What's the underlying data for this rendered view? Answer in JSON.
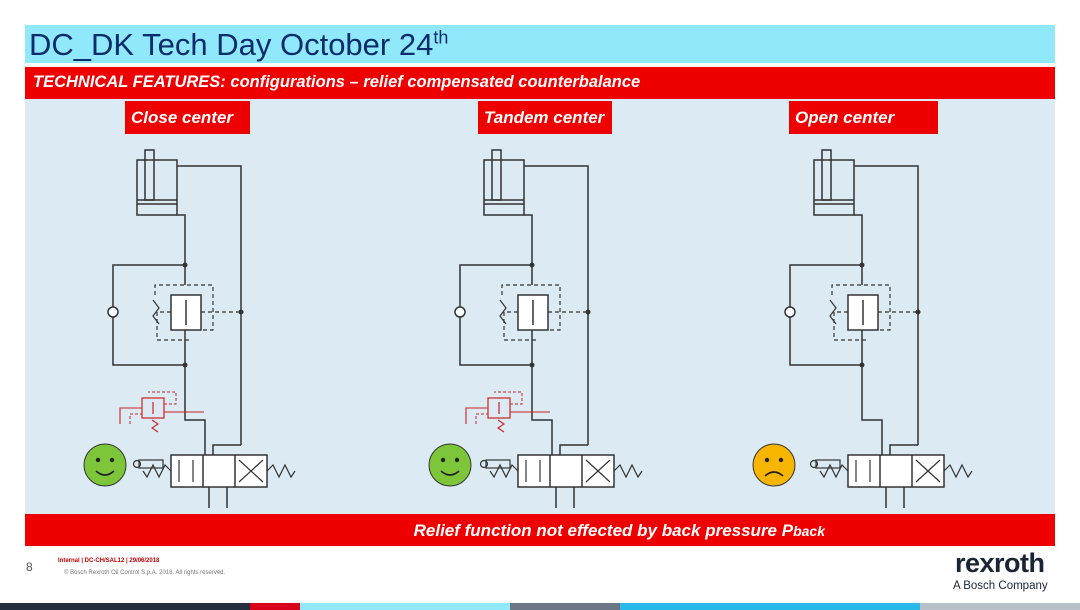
{
  "slide": {
    "title": "DC_DK Tech Day October 24",
    "title_superscript": "th",
    "subtitle": "TECHNICAL FEATURES: configurations – relief compensated counterbalance",
    "configs": [
      {
        "label": "Close center",
        "rating": "happy",
        "spool": "close"
      },
      {
        "label": "Tandem center",
        "rating": "happy",
        "spool": "tandem"
      },
      {
        "label": "Open center",
        "rating": "sad",
        "spool": "open"
      }
    ],
    "bottom_banner": "Relief function not effected by back pressure P",
    "bottom_banner_sub": "back"
  },
  "footer": {
    "slide_number": "8",
    "info": "Internal | DC-CH/SAL12 | 29/06/2018",
    "copyright": "© Bosch Rexroth Oil Control S.p.A. 2018. All rights reserved.",
    "brand": "rexroth",
    "brand_sub": "A Bosch Company"
  },
  "colors": {
    "title_bar": "#8fe9fb",
    "accent_red": "#ef0000",
    "panel": "#dcebf3",
    "happy_face": "#7dc639",
    "sad_face": "#f7b500"
  }
}
